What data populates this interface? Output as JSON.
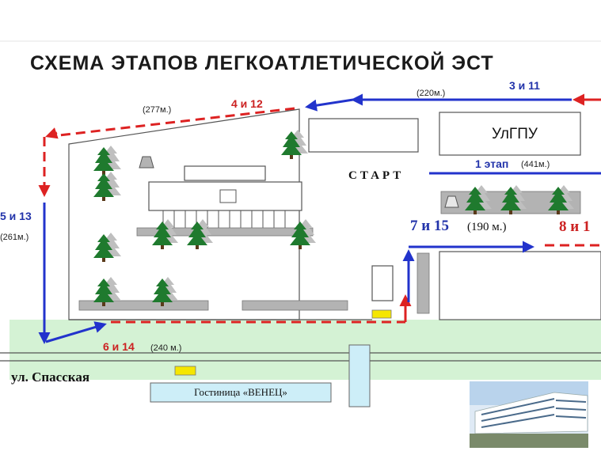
{
  "title": "СХЕМА ЭТАПОВ ЛЕГКОАТЛЕТИЧЕСКОЙ ЭСТ",
  "start_label": "СТАРТ",
  "building_ulgpu": "УлГПУ",
  "street_label": "ул. Спасская",
  "hotel_label": "Гостиница «ВЕНЕЦ»",
  "legs": [
    {
      "id": "leg-3-11",
      "label": "3 и 11",
      "distance": "(220м.)",
      "color": "blue"
    },
    {
      "id": "leg-4-12",
      "label": "4 и 12",
      "distance": "(277м.)",
      "color": "red"
    },
    {
      "id": "leg-5-13",
      "label": "5 и 13",
      "distance": "(261м.)",
      "color": "blue"
    },
    {
      "id": "leg-6-14",
      "label": "6 и 14",
      "distance": "(240 м.)",
      "color": "red"
    },
    {
      "id": "leg-7-15",
      "label": "7 и 15",
      "distance": "(190 м.)",
      "color": "blue"
    },
    {
      "id": "leg-1",
      "label": "1 этап",
      "distance": "(441м.)",
      "color": "blue"
    },
    {
      "id": "leg-8",
      "label": "8 и 1",
      "distance": "",
      "color": "red"
    }
  ],
  "colors": {
    "route_blue": "#2233cc",
    "route_red": "#dd2222",
    "street_green": "#d4f2d4",
    "hotel_blue": "#cdeef8",
    "gray_block": "#b3b3b3",
    "parking_yellow": "#f5e600",
    "tree_green": "#1f7a2e"
  }
}
